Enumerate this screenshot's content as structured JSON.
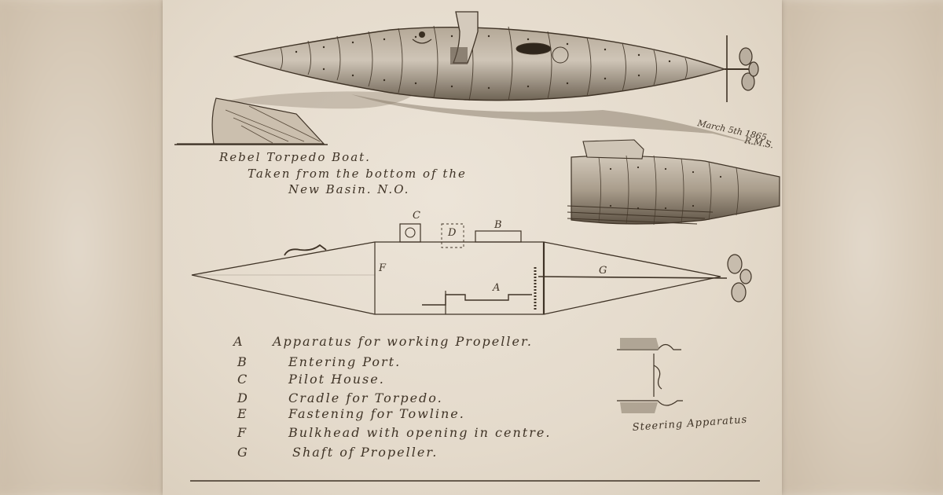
{
  "drawing": {
    "caption_title": "Rebel Torpedo Boat.",
    "caption_line2": "Taken from the bottom of the",
    "caption_line3": "New Basin. N.O.",
    "signature_line1": "March 5th 1865.",
    "signature_line2": "R.M.S.",
    "steering_label": "Steering Apparatus",
    "diagram_letters": {
      "a": "A",
      "b": "B",
      "c": "C",
      "d": "D",
      "f": "F",
      "g": "G"
    },
    "legend": [
      {
        "key": "A",
        "text": "Apparatus for working Propeller."
      },
      {
        "key": "B",
        "text": "Entering Port."
      },
      {
        "key": "C",
        "text": "Pilot House."
      },
      {
        "key": "D",
        "text": "Cradle for Torpedo."
      },
      {
        "key": "E",
        "text": "Fastening for Towline."
      },
      {
        "key": "F",
        "text": "Bulkhead with opening in centre."
      },
      {
        "key": "G",
        "text": "Shaft of Propeller."
      }
    ]
  },
  "colors": {
    "ink": "#3f3326",
    "paper": "#e8dfd1",
    "hull_shade": "#8d8172",
    "background_blur": "#d8ccba"
  }
}
